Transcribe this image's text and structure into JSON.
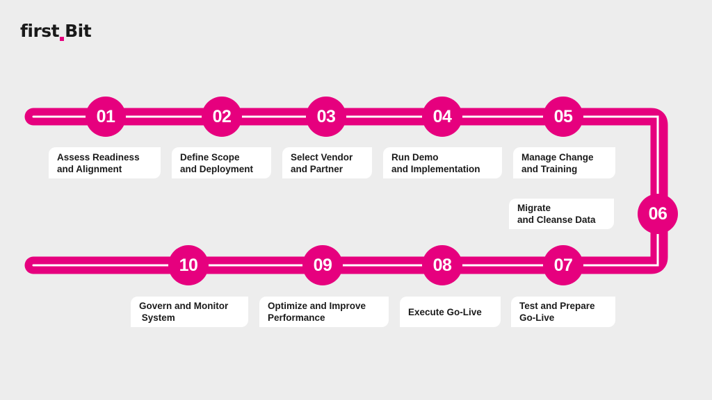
{
  "brand": {
    "logo_left": "first",
    "logo_right": "Bit",
    "accent_color": "#E6007E",
    "background_color": "#EDEDED"
  },
  "steps": [
    {
      "number": "01",
      "line1": "Assess Readiness",
      "line2": "and Alignment"
    },
    {
      "number": "02",
      "line1": "Define Scope",
      "line2": "and Deployment"
    },
    {
      "number": "03",
      "line1": "Select Vendor",
      "line2": "and Partner"
    },
    {
      "number": "04",
      "line1": "Run Demo",
      "line2": "and Implementation"
    },
    {
      "number": "05",
      "line1": "Manage Change",
      "line2": "and Training"
    },
    {
      "number": "06",
      "line1": "Migrate",
      "line2": "and Cleanse Data"
    },
    {
      "number": "07",
      "line1": "Test and Prepare",
      "line2": "Go-Live"
    },
    {
      "number": "08",
      "line1": "Execute Go-Live",
      "line2": ""
    },
    {
      "number": "09",
      "line1": "Optimize and Improve",
      "line2": "Performance"
    },
    {
      "number": "10",
      "line1": "Govern and Monitor",
      "line2": " System"
    }
  ]
}
